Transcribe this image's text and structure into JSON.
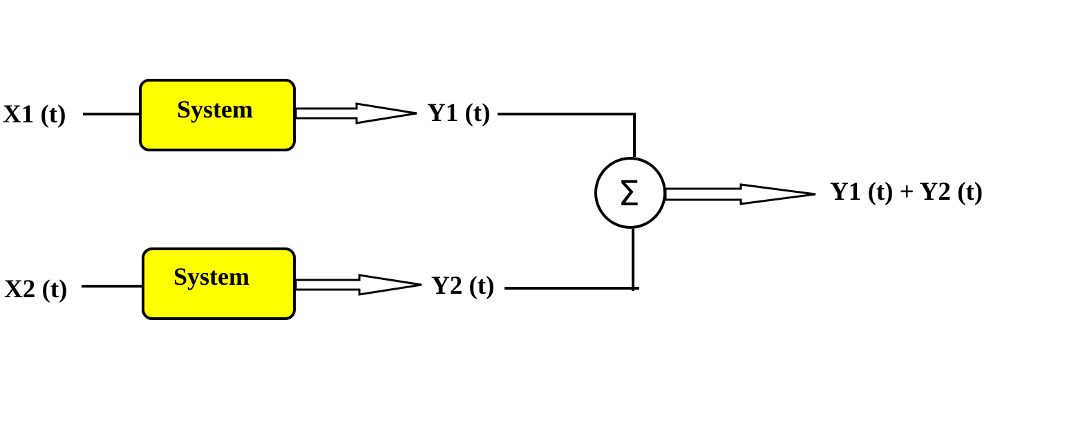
{
  "colors": {
    "system_fill": "#ffff00",
    "line": "#000000",
    "background": "#ffffff"
  },
  "inputs": {
    "x1": "X1 (t)",
    "x2": "X2 (t)"
  },
  "systems": {
    "top": "System",
    "bottom": "System"
  },
  "outputs": {
    "y1": "Y1 (t)",
    "y2": "Y2 (t)",
    "sum": "Y1 (t) + Y2 (t)"
  },
  "summing_junction": {
    "symbol": "Σ"
  }
}
